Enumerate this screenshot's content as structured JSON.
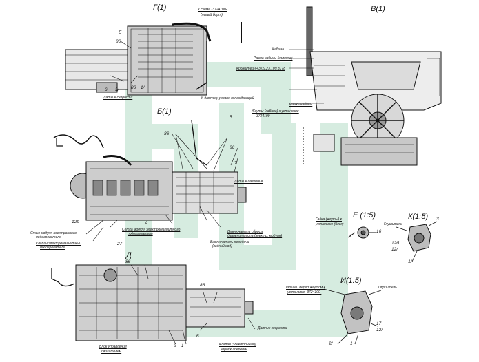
{
  "colors": {
    "ink": "#111111",
    "watermark": "#d6ece0",
    "paper": "#ffffff"
  },
  "watermark_icon": "green-block-watermark",
  "views": {
    "g": "Г(1)",
    "v": "В(1)",
    "b": "Б(1)",
    "d": "Д",
    "e": "Е (1:5)",
    "k": "К(1:5)",
    "i": "И(1:5)"
  },
  "labels": {
    "g_top_ref": "К схеме -3724100-",
    "g_top_ref2": "(левый борт)",
    "g_e": "Е",
    "g_86": "86",
    "g_6": "6",
    "g_3": "3/",
    "g_86b": "86",
    "g_1": "1/",
    "g_bottom_left": "Датчик скорости",
    "g_bottom_right": "К датчику уровня охлаждающей",
    "v_right1": "Кабина",
    "v_right2": "Рамка кабины (колонка)",
    "v_right3": "Кронштейн 43.09.23.109.3178",
    "v_right4": "Жгуты (кабина) к установке",
    "v_right5": "3724100",
    "v_right6": "Рамка кабины",
    "b_5": "5",
    "b_86": "86",
    "b_86b": "86",
    "b_7": "7",
    "b_right_note": "Датчик давления",
    "b_left1": "Стык модуля электронного",
    "b_left1b": "подогревателя",
    "b_left2": "Клапан электромагнитный",
    "b_left2b": "подогревателя",
    "b_12b": "12б",
    "b_27": "27",
    "b_bottom_mid1": "Сетка модуля электромагнитного",
    "b_bottom_mid1b": "подогревателя",
    "b_bottom_mid2": "Выключатель сброса",
    "b_bottom_mid2b": "давления масла (электр. модуля)",
    "b_bottom_mid3": "Выключатель передачи",
    "b_bottom_mid3b": "(задний ход)",
    "b_A": "А",
    "d_86": "86",
    "d_86b": "86",
    "d_1": "1",
    "d_8": "8",
    "d_6": "6",
    "d_bottom1": "Блок управления",
    "d_bottom1b": "двигателем",
    "d_bottom2": "Клапан (электронный)",
    "d_bottom2b": "коробки передач",
    "d_right": "Датчик скорости",
    "e_note1": "Гайка (жгуты) к",
    "e_note2": "установке (блок)",
    "e_1": "1",
    "e_16": "16",
    "k_ground": "Глушитель",
    "k_3": "3",
    "k_12b": "12б",
    "k_12": "12/",
    "k_1": "1/",
    "i_note1": "Фланец перед жгутом к",
    "i_note2": "установке -3724100-",
    "i_ground": "Глушитель",
    "i_2": "2/",
    "i_1": "1",
    "i_17": "17",
    "i_12": "12/"
  }
}
